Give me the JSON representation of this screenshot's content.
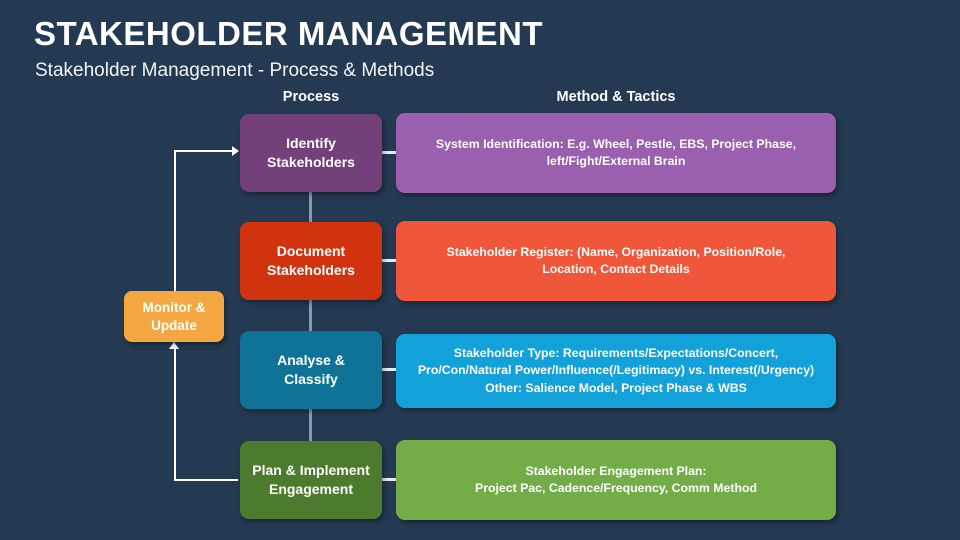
{
  "slide": {
    "background_color": "#243a52",
    "title": "STAKEHOLDER MANAGEMENT",
    "subtitle": "Stakeholder Management - Process & Methods"
  },
  "columns": {
    "process_header": "Process",
    "method_header": "Method & Tactics"
  },
  "feedback": {
    "label": "Monitor & Update",
    "fill_color": "#f5a742",
    "text_color": "#ffffff"
  },
  "rows": [
    {
      "process_label": "Identify Stakeholders",
      "process_color": "#73407a",
      "method_color": "#9a5fae",
      "method_bold": "System Identification:",
      "method_text": " E.g. Wheel, Pestle, EBS, Project Phase, left/Fight/External Brain"
    },
    {
      "process_label": "Document Stakeholders",
      "process_color": "#d2330f",
      "method_color": "#f0573a",
      "method_bold": "Stakeholder Register:",
      "method_text": " (Name, Organization, Position/Role, Location, Contact Details"
    },
    {
      "process_label": "Analyse & Classify",
      "process_color": "#0e7396",
      "method_color": "#12a2d9",
      "method_bold": "Stakeholder Type:",
      "method_text": " Requirements/Expectations/Concert, Pro/Con/Natural Power/Influence(/Legitimacy) vs. Interest(/Urgency) Other: Salience Model, Project Phase & WBS"
    },
    {
      "process_label": "Plan & Implement Engagement",
      "process_color": "#4c7b2e",
      "method_color": "#73ad47",
      "method_bold": "Stakeholder Engagement Plan:",
      "method_text": " Project Pac, Cadence/Frequency, Comm Method"
    }
  ],
  "row_details": {
    "r1_line1": "Identify",
    "r1_line2": "Stakeholders",
    "r2_line1": "Document",
    "r2_line2": "Stakeholders",
    "r3_line1": "Analyse &",
    "r3_line2": "Classify",
    "r4_line1": "Plan & Implement",
    "r4_line2": "Engagement",
    "m1_bold": "System Identification:",
    "m1_l1": " E.g. Wheel, Pestle, EBS, Project Phase,",
    "m1_l2": "left/Fight/External Brain",
    "m2_bold": "Stakeholder Register:",
    "m2_l1": " (Name, Organization, Position/Role,",
    "m2_l2": "Location, Contact Details",
    "m3_bold": "Stakeholder Type:",
    "m3_l1": " Requirements/Expectations/Concert,",
    "m3_l2": "Pro/Con/Natural Power/Influence(/Legitimacy) vs. Interest(/Urgency)",
    "m3_l3": "Other: Salience Model, Project Phase & WBS",
    "m4_bold": "Stakeholder Engagement Plan:",
    "m4_l2": "Project Pac, Cadence/Frequency, Comm Method",
    "monitor_l1": "Monitor &",
    "monitor_l2": "Update"
  }
}
